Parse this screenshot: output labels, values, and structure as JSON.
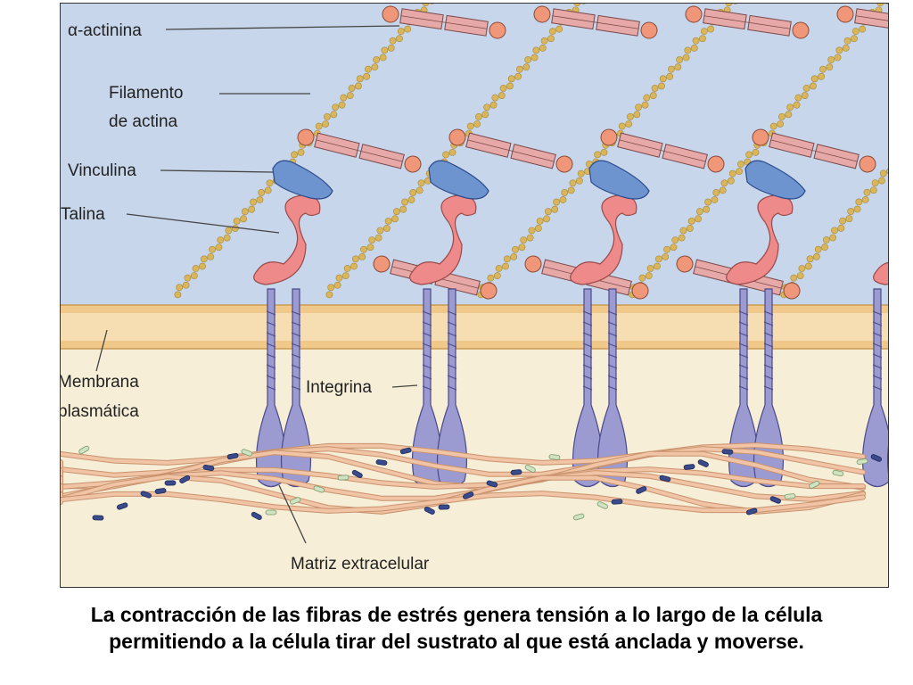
{
  "labels": {
    "alpha_actinin": "α-actinina",
    "actin_filament_line1": "Filamento",
    "actin_filament_line2": "de actina",
    "vinculin": "Vinculina",
    "talin": "Talina",
    "membrane_line1": "Membrana",
    "membrane_line2": "plasmática",
    "integrin": "Integrina",
    "ecm": "Matriz extracelular"
  },
  "caption": "La contracción de las fibras de estrés genera tensión a lo largo de la célula permitiendo a la célula tirar del sustrato al que está anclada y moverse.",
  "colors": {
    "cytoplasm": "#c7d6ea",
    "extracellular": "#f6eed7",
    "membrane": "#f0c98a",
    "actin": "#d9b65a",
    "actinin_rod": "#e7a9a7",
    "actinin_node": "#f0977a",
    "vinculin": "#6e94d0",
    "talin": "#ee8a8a",
    "integrin": "#9b9bd2",
    "ecm_fiber": "#f0c4a4"
  }
}
